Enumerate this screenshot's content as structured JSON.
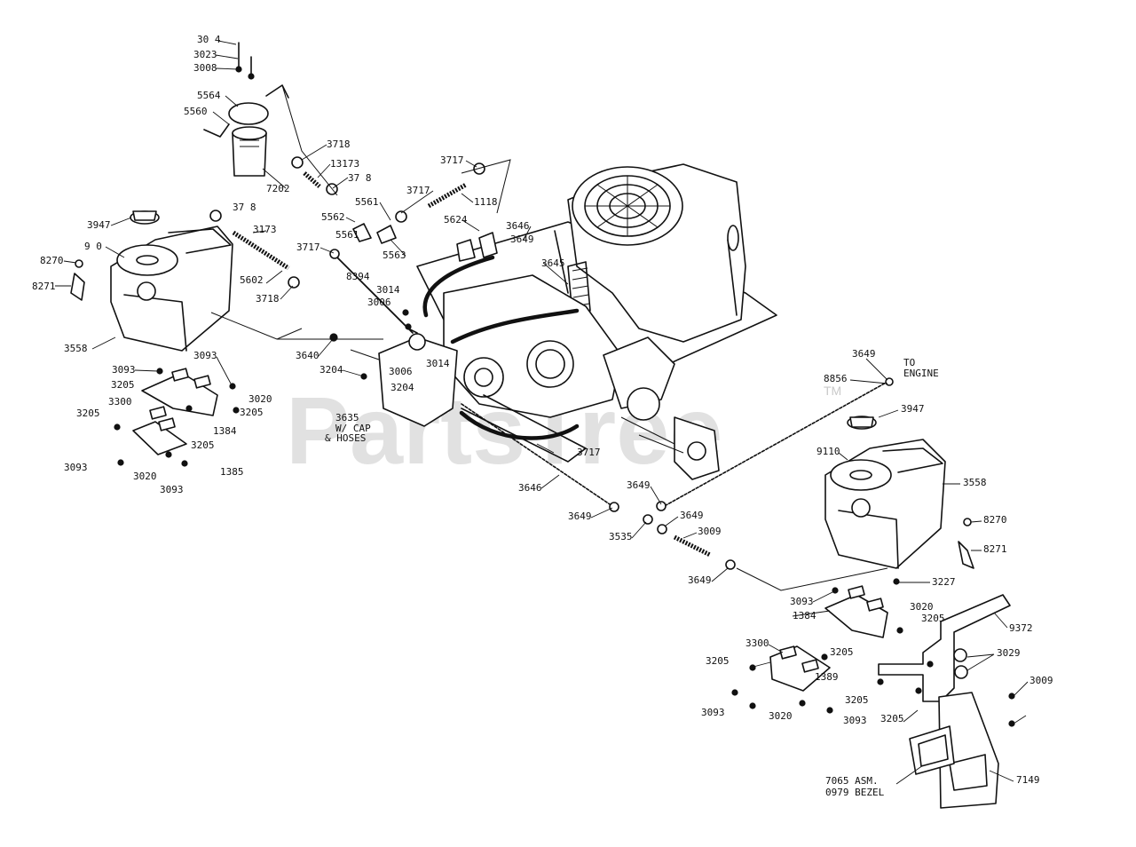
{
  "watermark": {
    "text": "PartsTree",
    "trademark": "TM"
  },
  "labels": [
    "30 4",
    "3023",
    "3008",
    "5564",
    "5560",
    "7202",
    "3718",
    "13173",
    "37 8",
    "3717",
    "1118",
    "5562",
    "5561",
    "3717",
    "5624",
    "3646",
    "3649",
    "3947",
    "9 0",
    "8270",
    "8271",
    "3173",
    "37 8",
    "5563",
    "5561",
    "3717",
    "8394",
    "5602",
    "3718",
    "3645",
    "3014",
    "3006",
    "3558",
    "3640",
    "3204",
    "3006",
    "3014",
    "3204",
    "3093",
    "3093",
    "3205",
    "3020",
    "3205",
    "3300",
    "1384",
    "3205",
    "3205",
    "3093",
    "3020",
    "3093",
    "1385",
    "3635",
    "W/ CAP",
    "& HOSES",
    "3649",
    "8856",
    "TO",
    "ENGINE",
    "3947",
    "9110",
    "3717",
    "3646",
    "3649",
    "3649",
    "3535",
    "3649",
    "3009",
    "3649",
    "3558",
    "8270",
    "8271",
    "3093",
    "3227",
    "3020",
    "1384",
    "3205",
    "9372",
    "3300",
    "3205",
    "3205",
    "1389",
    "3029",
    "3205",
    "3093",
    "3020",
    "3093",
    "3205",
    "3009",
    "7065 ASM.",
    "0979 BEZEL",
    "7149"
  ]
}
